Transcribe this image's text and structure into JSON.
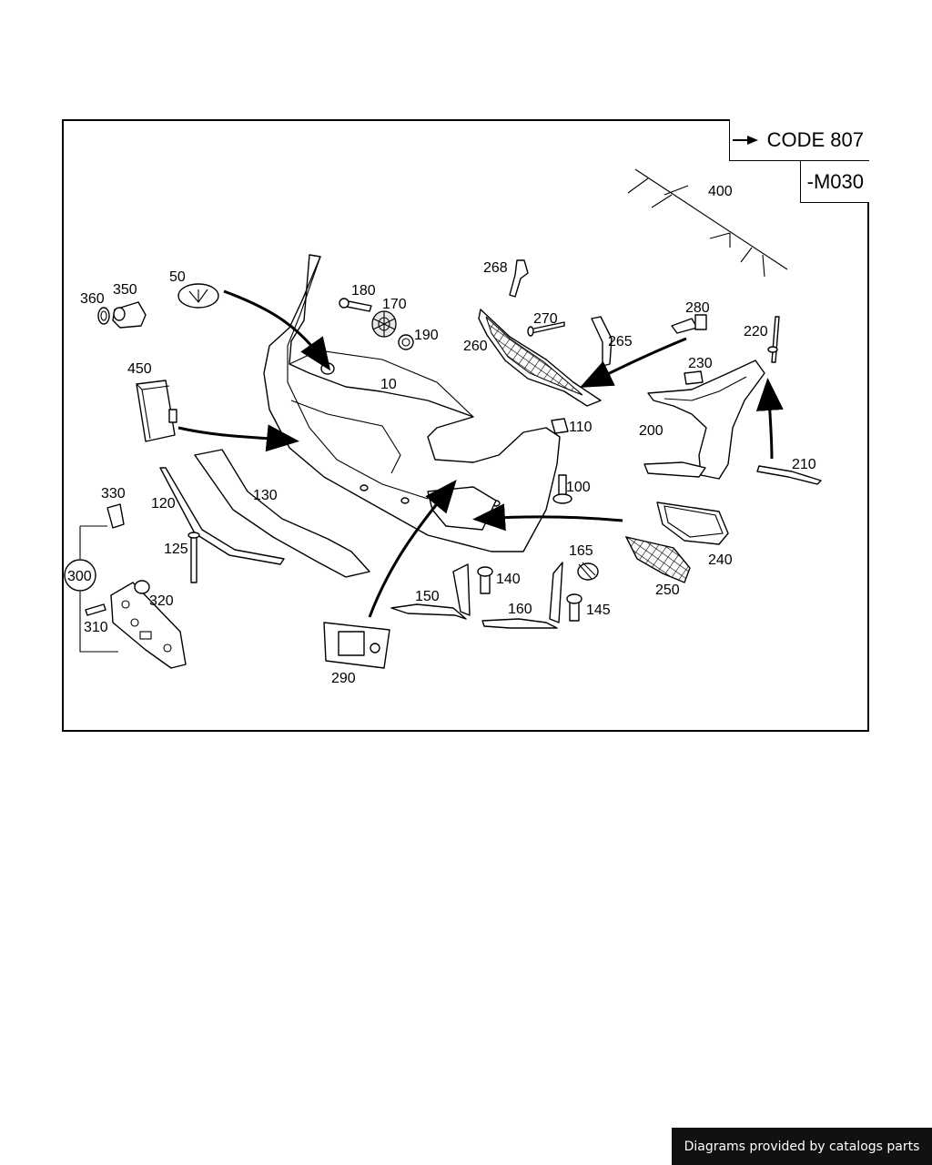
{
  "diagram": {
    "code_label": "CODE 807",
    "model_label": "-M030",
    "callouts": [
      {
        "id": "c10",
        "text": "10"
      },
      {
        "id": "c50",
        "text": "50"
      },
      {
        "id": "c100",
        "text": "100"
      },
      {
        "id": "c110",
        "text": "110"
      },
      {
        "id": "c120",
        "text": "120"
      },
      {
        "id": "c125",
        "text": "125"
      },
      {
        "id": "c130",
        "text": "130"
      },
      {
        "id": "c140",
        "text": "140"
      },
      {
        "id": "c145",
        "text": "145"
      },
      {
        "id": "c150",
        "text": "150"
      },
      {
        "id": "c160",
        "text": "160"
      },
      {
        "id": "c165",
        "text": "165"
      },
      {
        "id": "c170",
        "text": "170"
      },
      {
        "id": "c180",
        "text": "180"
      },
      {
        "id": "c190",
        "text": "190"
      },
      {
        "id": "c200",
        "text": "200"
      },
      {
        "id": "c210",
        "text": "210"
      },
      {
        "id": "c220",
        "text": "220"
      },
      {
        "id": "c230",
        "text": "230"
      },
      {
        "id": "c240",
        "text": "240"
      },
      {
        "id": "c250",
        "text": "250"
      },
      {
        "id": "c260",
        "text": "260"
      },
      {
        "id": "c265",
        "text": "265"
      },
      {
        "id": "c268",
        "text": "268"
      },
      {
        "id": "c270",
        "text": "270"
      },
      {
        "id": "c280",
        "text": "280"
      },
      {
        "id": "c290",
        "text": "290"
      },
      {
        "id": "c300",
        "text": "300"
      },
      {
        "id": "c310",
        "text": "310"
      },
      {
        "id": "c320",
        "text": "320"
      },
      {
        "id": "c330",
        "text": "330"
      },
      {
        "id": "c350",
        "text": "350"
      },
      {
        "id": "c360",
        "text": "360"
      },
      {
        "id": "c400",
        "text": "400"
      },
      {
        "id": "c450",
        "text": "450"
      }
    ]
  },
  "footer": {
    "credit": "Diagrams provided by catalogs parts"
  }
}
